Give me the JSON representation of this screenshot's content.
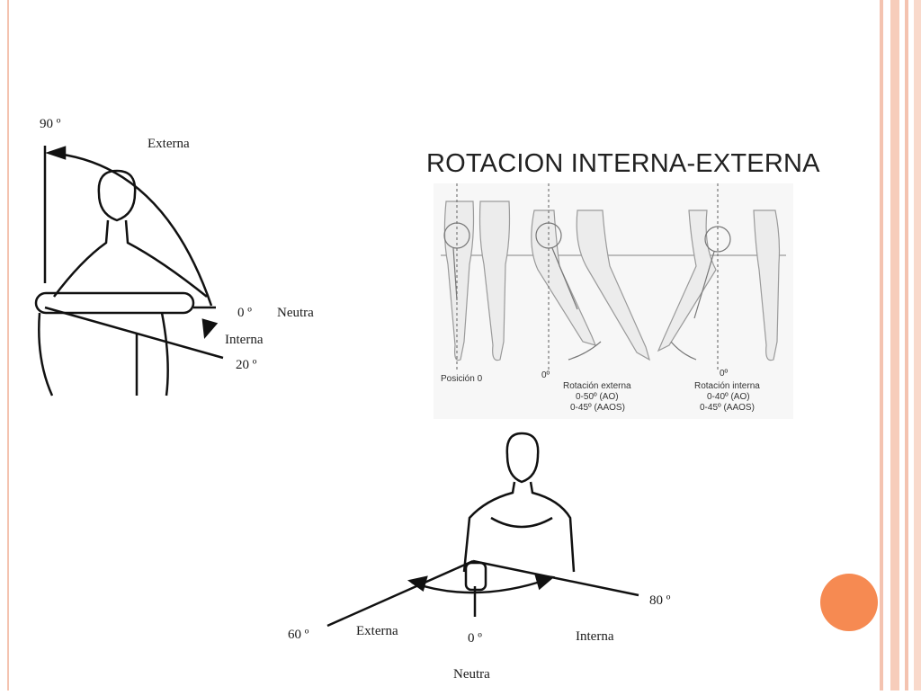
{
  "slide": {
    "title": "ROTACION INTERNA-EXTERNA",
    "accent_color": "#f68a52",
    "border_color": "#f4c3b0"
  },
  "figure_shoulder": {
    "label_90": "90 º",
    "label_externa": "Externa",
    "label_0": "0 º",
    "label_neutra": "Neutra",
    "label_interna": "Interna",
    "label_20": "20 º"
  },
  "figure_hip": {
    "posicion": "Posición 0",
    "zero_a": "0º",
    "ext_line1": "Rotación externa",
    "ext_line2": "0-50º (AO)",
    "ext_line3": "0-45º (AAOS)",
    "zero_b": "0º",
    "int_line1": "Rotación interna",
    "int_line2": "0-40º (AO)",
    "int_line3": "0-45º (AAOS)"
  },
  "figure_arm": {
    "label_60": "60 º",
    "label_externa": "Externa",
    "label_0": "0 º",
    "label_interna": "Interna",
    "label_80": "80 º",
    "label_neutra": "Neutra"
  }
}
